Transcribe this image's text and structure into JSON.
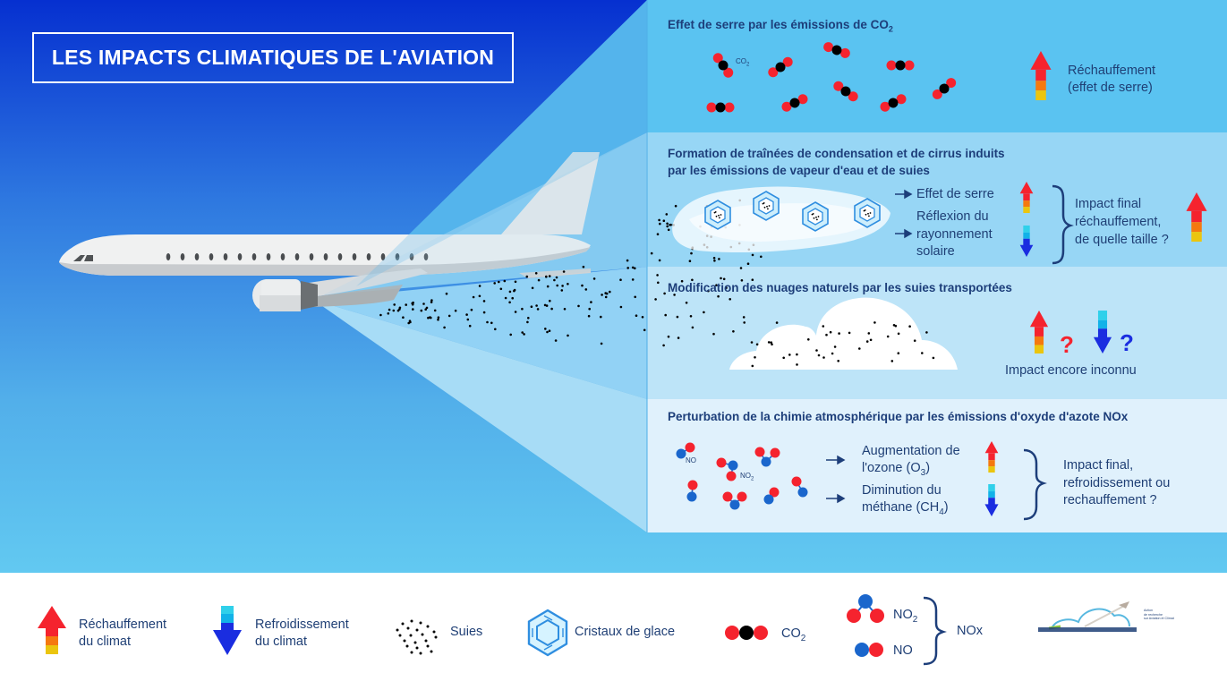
{
  "title": "LES IMPACTS CLIMATIQUES DE L'AVIATION",
  "colors": {
    "sky_top": "#0630d0",
    "sky_bottom": "#62c9f1",
    "panel1_bg": "#5ac3f1",
    "panel2_bg": "#97d6f5",
    "panel3_bg": "#bde4f8",
    "panel4_bg": "#e0f1fc",
    "heading": "#1d3e7a",
    "warming_red": "#f5232e",
    "warming_orange": "#f5790f",
    "warming_yellow": "#ebc50e",
    "cooling_blue": "#1a2de0",
    "cooling_cyan": "#30d0ea",
    "co2_oxygen": "#f5232e",
    "co2_carbon": "#000000",
    "nitrogen_blue": "#1a66cc"
  },
  "panels": [
    {
      "title": "Effet de serre par les émissions de CO",
      "title_sub": "2",
      "molecule_label": "CO",
      "molecule_label_sub": "2",
      "effect_icon": "warming-arrow-icon",
      "effect_text_line1": "Réchauffement",
      "effect_text_line2": "(effet de serre)"
    },
    {
      "title_line1": "Formation de traînées de condensation et de cirrus induits",
      "title_line2": "par les émissions de vapeur d'eau et de suies",
      "effect1": "Effet de serre",
      "effect2_line1": "Réflexion du",
      "effect2_line2": "rayonnement",
      "effect2_line3": "solaire",
      "result_line1": "Impact final",
      "result_line2": "réchauffement,",
      "result_line3": "de quelle taille ?"
    },
    {
      "title": "Modification des nuages naturels par les suies transportées",
      "question_mark": "?",
      "result": "Impact encore inconnu"
    },
    {
      "title": "Perturbation de la chimie atmosphérique par les émissions d'oxyde d'azote NOx",
      "label_no": "NO",
      "label_no2": "NO",
      "label_no2_sub": "2",
      "effect1_line1": "Augmentation de",
      "effect1_line2": "l'ozone (O",
      "effect1_sub": "3",
      "effect1_close": ")",
      "effect2_line1": "Diminution du",
      "effect2_line2": "méthane (CH",
      "effect2_sub": "4",
      "effect2_close": ")",
      "result_line1": "Impact final,",
      "result_line2": "refroidissement ou",
      "result_line3": "rechauffement ?"
    }
  ],
  "legend": {
    "warming_line1": "Réchauffement",
    "warming_line2": "du climat",
    "cooling_line1": "Refroidissement",
    "cooling_line2": "du climat",
    "soot": "Suies",
    "ice": "Cristaux de glace",
    "co2": "CO",
    "co2_sub": "2",
    "no2": "NO",
    "no2_sub": "2",
    "no": "NO",
    "nox": "NOx",
    "logo_text_line1": "Action",
    "logo_text_line2": "de recherche",
    "logo_text_line3": "sur Aviation et Climat"
  }
}
